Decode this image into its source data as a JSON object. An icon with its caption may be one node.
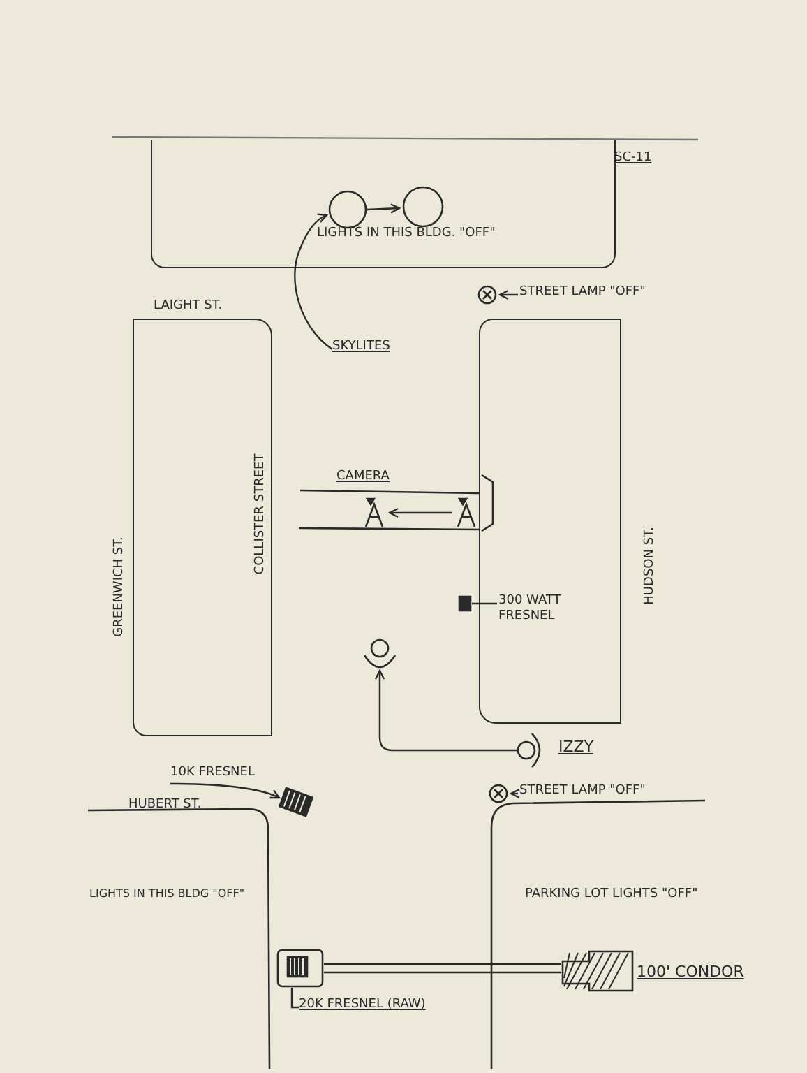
{
  "diagram": {
    "nodes": [
      {
        "text": [
          "LIGHTS IN THIS BLDG. \"OFF\""
        ]
      },
      {
        "text": [],
        "shape": "circle",
        "in": 0
      },
      {
        "text": [],
        "shape": "circle",
        "in": 0
      },
      {
        "text": [
          "SKYLITES"
        ]
      },
      {
        "text": [],
        "shape": "circle"
      },
      {
        "text": [
          "STREET LAMP \"OFF\""
        ]
      },
      {
        "text": [],
        "shape": "box"
      },
      {
        "text": [],
        "shape": "box"
      },
      {
        "text": [],
        "shape": "camera"
      },
      {
        "text": [],
        "shape": "camera"
      },
      {
        "text": [],
        "shape": "box"
      },
      {
        "text": [
          "300 WATT FRESNEL"
        ],
        "in": 7
      },
      {
        "text": [],
        "shape": "person"
      },
      {
        "text": [],
        "shape": "person",
        "beside": [
          "IZZY"
        ]
      },
      {
        "text": [],
        "shape": "circle"
      },
      {
        "text": [
          "STREET LAMP \"OFF\""
        ]
      },
      {
        "text": [],
        "shape": "box"
      },
      {
        "text": [
          "10K FRESNEL"
        ]
      },
      {
        "text": [],
        "shape": "box"
      },
      {
        "text": [
          "20K FRESNEL (RAW)"
        ]
      },
      {
        "text": [],
        "shape": "box",
        "beside": [
          "100' CONDOR"
        ]
      }
    ],
    "edges": [
      {
        "from": 1,
        "to": 2,
        "arrow": "to"
      },
      {
        "from": 3,
        "to": 1,
        "arrow": "to"
      },
      {
        "from": 5,
        "to": 4,
        "arrow": "to"
      },
      {
        "from": 9,
        "to": 8,
        "arrow": "to"
      },
      {
        "from": 11,
        "to": 10,
        "arrow": "none"
      },
      {
        "from": 13,
        "to": 12,
        "arrow": "to"
      },
      {
        "from": 15,
        "to": 14,
        "arrow": "to"
      },
      {
        "from": 17,
        "to": 16,
        "arrow": "to"
      },
      {
        "from": 19,
        "to": 18,
        "arrow": "none"
      },
      {
        "from": 20,
        "to": 18,
        "arrow": "none"
      }
    ],
    "labels": [
      "SC-11",
      "LAIGHT ST.",
      "GREENWICH ST.",
      "COLLISTER STREET",
      "CAMERA",
      "HUDSON ST.",
      "HUBERT ST.",
      "LIGHTS IN THIS BLDG \"OFF\"",
      "PARKING LOT LIGHTS \"OFF\""
    ]
  }
}
